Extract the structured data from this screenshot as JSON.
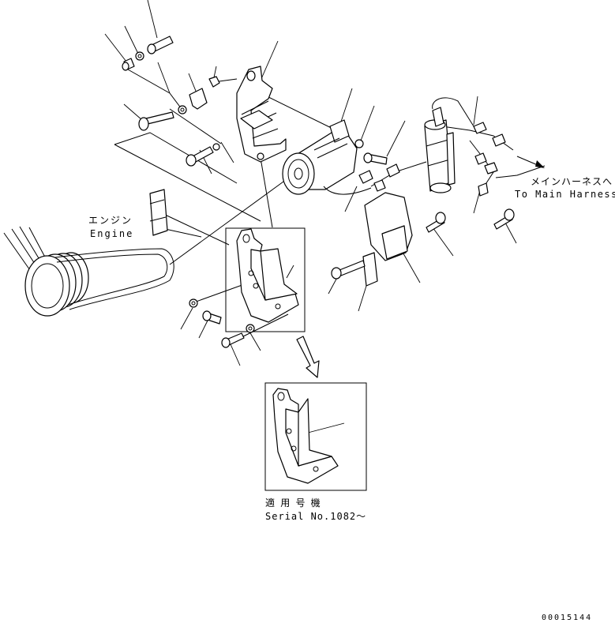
{
  "labels": {
    "engine_ja": "エンジン",
    "engine_en": "Engine",
    "harness_ja": "メインハーネスへ",
    "harness_en": "To Main Harness",
    "serial_ja": "適 用 号 機",
    "serial_en": "Serial No.1082～",
    "drawing_number": "00015144"
  }
}
